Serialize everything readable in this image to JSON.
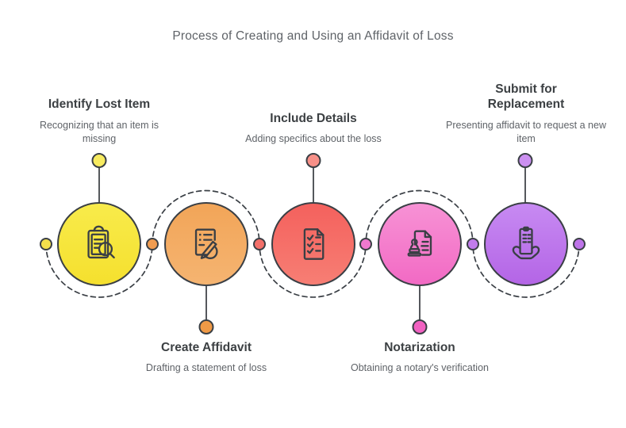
{
  "title": "Process of Creating and Using an Affidavit of Loss",
  "steps": [
    {
      "title": "Identify Lost Item",
      "description": "Recognizing that an item is missing",
      "label_position": "top",
      "icon": "clipboard-search-icon",
      "circle_gradient": [
        "#F8EB4B",
        "#F5E02E"
      ],
      "stem_dot_color": "#F7EB60"
    },
    {
      "title": "Create Affidavit",
      "description": "Drafting a statement of loss",
      "label_position": "bottom",
      "icon": "writing-hand-icon",
      "circle_gradient": [
        "#F2A558",
        "#F5B471"
      ],
      "stem_dot_color": "#F09A46"
    },
    {
      "title": "Include Details",
      "description": "Adding specifics about the loss",
      "label_position": "top",
      "icon": "checklist-document-icon",
      "circle_gradient": [
        "#F4615D",
        "#F77E74"
      ],
      "stem_dot_color": "#F79088"
    },
    {
      "title": "Notarization",
      "description": "Obtaining a notary's verification",
      "label_position": "bottom",
      "icon": "notary-stamp-icon",
      "circle_gradient": [
        "#F792D5",
        "#F26AC4"
      ],
      "stem_dot_color": "#F161C1"
    },
    {
      "title": "Submit for Replacement",
      "description": "Presenting affidavit to request a new item",
      "label_position": "top",
      "icon": "hands-holding-document-icon",
      "circle_gradient": [
        "#C78AF2",
        "#B465E6"
      ],
      "stem_dot_color": "#CC90F1"
    }
  ],
  "connector": {
    "style": "dashed-wave",
    "dot_colors": [
      "#F3DF4C",
      "#F09C51",
      "#F3706A",
      "#EF79CE",
      "#C17CEC",
      "#BE74E9"
    ]
  },
  "colors": {
    "ink": "#3A3F45",
    "text_strong": "#3C4043",
    "text_muted": "#5F6368",
    "stem": "#55585C",
    "background": "#FFFFFF"
  }
}
